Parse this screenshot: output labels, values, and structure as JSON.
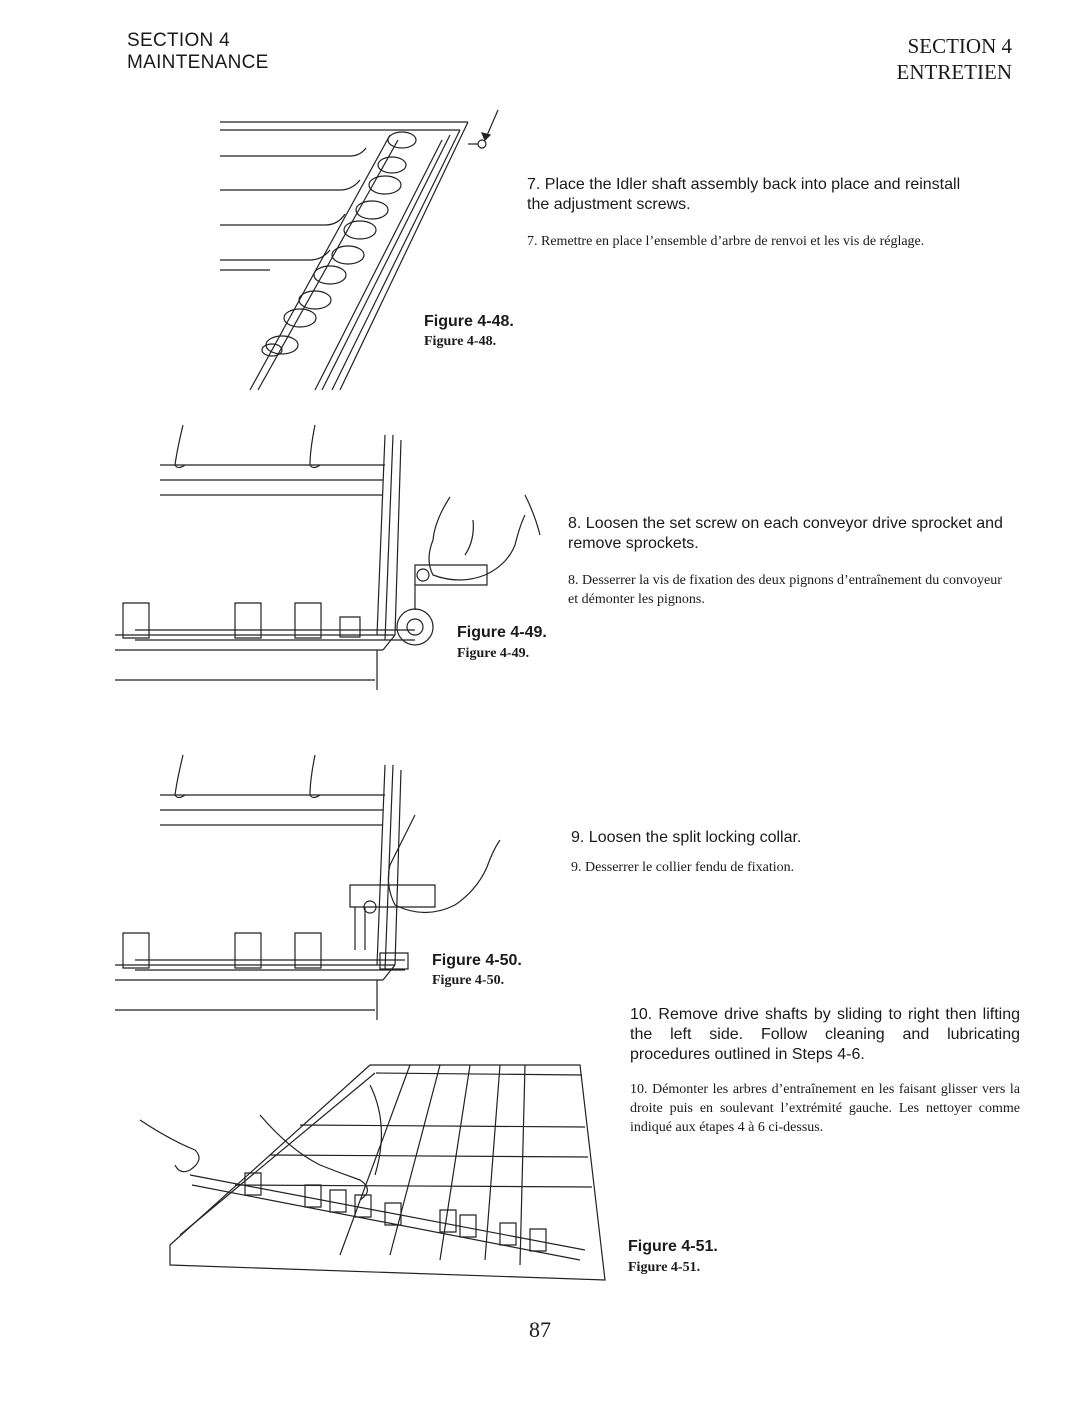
{
  "header": {
    "left_section": "SECTION 4",
    "left_title": "MAINTENANCE",
    "right_section": "SECTION 4",
    "right_title": "ENTRETIEN"
  },
  "steps": [
    {
      "en": "7. Place the Idler shaft assembly back into place and reinstall the adjustment screws.",
      "fr": "7. Remettre en place l’ensemble d’arbre de renvoi et les vis de réglage.",
      "figure_en": "Figure 4-48.",
      "figure_fr": "Figure 4-48."
    },
    {
      "en": "8. Loosen the set screw on each conveyor drive sprocket and remove sprockets.",
      "fr": "8. Desserrer la vis de fixation des deux pignons d’entraînement du convoyeur et démonter les pignons.",
      "figure_en": "Figure 4-49.",
      "figure_fr": "Figure 4-49."
    },
    {
      "en": "9. Loosen the split locking collar.",
      "fr": "9. Desserrer le collier fendu de fixation.",
      "figure_en": "Figure 4-50.",
      "figure_fr": "Figure 4-50."
    },
    {
      "en": "10. Remove drive shafts by sliding to right then lifting the left side. Follow cleaning and lubricating procedures outlined in Steps 4-6.",
      "fr": "10. Démonter les arbres d’entraînement en les faisant glisser vers la droite puis en soulevant l’extrémité gauche. Les nettoyer comme indiqué aux étapes 4 à 6 ci-dessus.",
      "figure_en": "Figure 4-51.",
      "figure_fr": "Figure 4-51."
    }
  ],
  "page_number": "87"
}
